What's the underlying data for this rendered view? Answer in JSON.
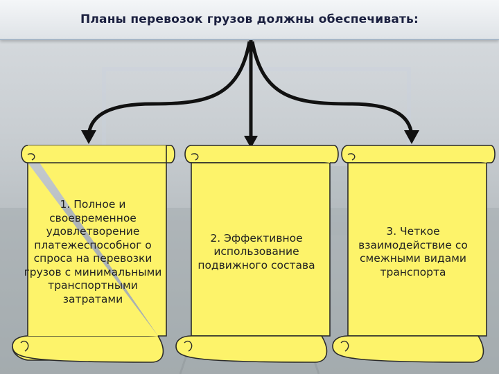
{
  "title": "Планы перевозок грузов должны обеспечивать:",
  "items": [
    {
      "text": "1. Полное и своевременное удовлетворение платежеспособног о спроса на перевозки грузов с минимальными транспортными затратами"
    },
    {
      "text": "2. Эффективное использование подвижного состава"
    },
    {
      "text": "3. Четкое взаимодействие со смежными видами транспорта"
    }
  ],
  "colors": {
    "scroll_fill": "#fdf36a",
    "scroll_stroke": "#2a2a2a",
    "arrow": "#111111",
    "title_text": "#1a1f3f"
  },
  "icons": {
    "background": "railway-photo-watermark"
  }
}
